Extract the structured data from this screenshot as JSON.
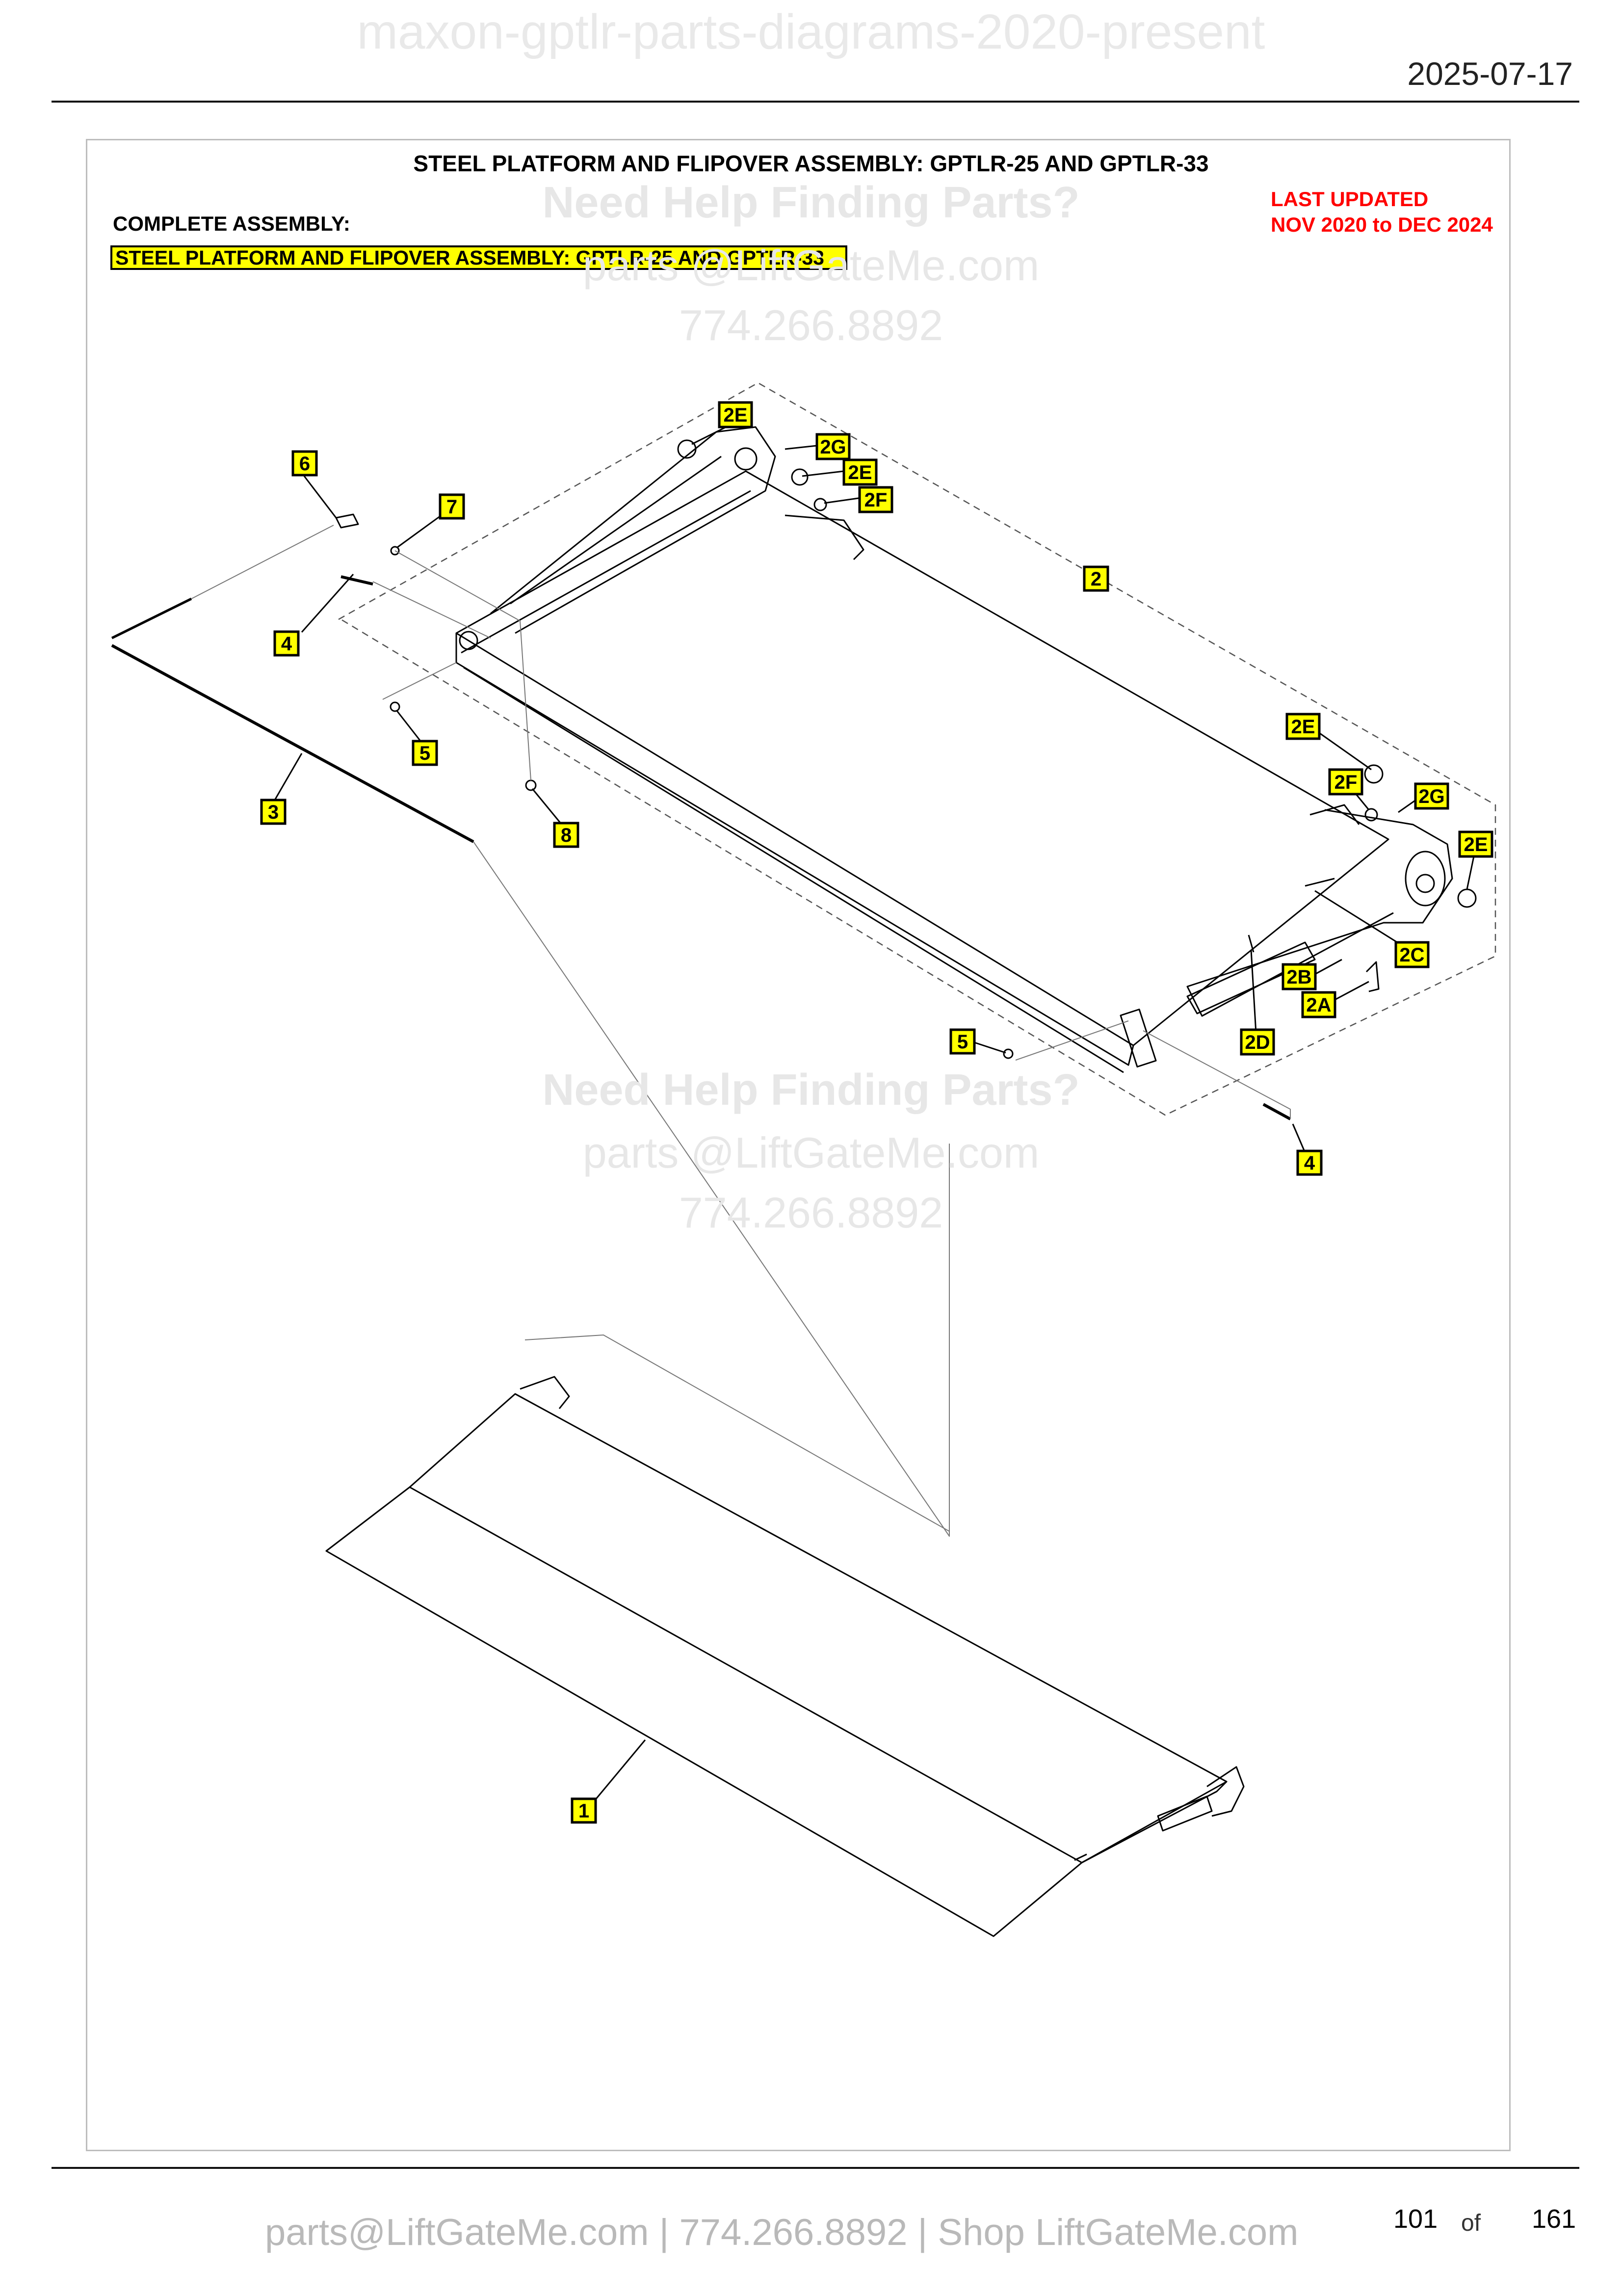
{
  "header": {
    "watermark": "maxon-gptlr-parts-diagrams-2020-present",
    "date": "2025-07-17"
  },
  "sheet": {
    "title": "STEEL PLATFORM AND FLIPOVER ASSEMBLY: GPTLR-25 AND GPTLR-33",
    "complete_assembly_label": "COMPLETE ASSEMBLY:",
    "complete_assembly_name": "STEEL PLATFORM AND FLIPOVER ASSEMBLY: GPTLR-25 AND GPTLR-33",
    "last_updated_line1": "LAST UPDATED",
    "last_updated_line2": "NOV 2020 to DEC 2024"
  },
  "help_watermark": {
    "heading": "Need Help Finding Parts?",
    "email": "parts @LiftGateMe.com",
    "phone": "774.266.8892"
  },
  "callouts": {
    "c1": "1",
    "c2": "2",
    "c2A": "2A",
    "c2B": "2B",
    "c2C": "2C",
    "c2D": "2D",
    "c2E": "2E",
    "c2F": "2F",
    "c2G": "2G",
    "c3": "3",
    "c4": "4",
    "c5": "5",
    "c6": "6",
    "c7": "7",
    "c8": "8"
  },
  "footer": {
    "contact": "parts@LiftGateMe.com | 774.266.8892 | Shop LiftGateMe.com",
    "page_current": "101",
    "page_of": "of",
    "page_total": "161"
  }
}
